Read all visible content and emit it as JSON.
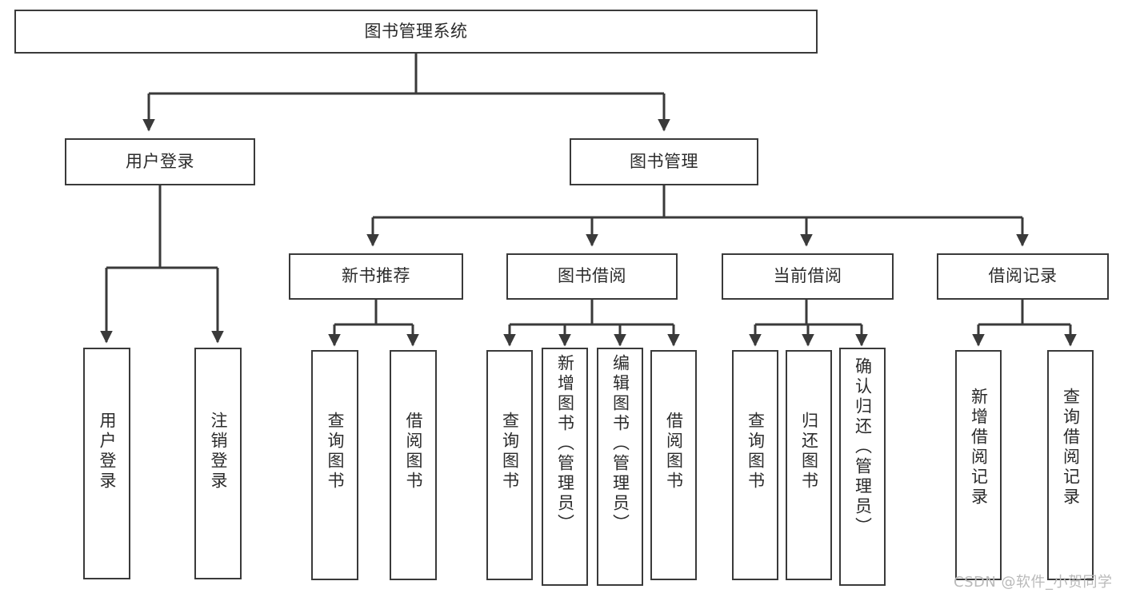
{
  "diagram": {
    "type": "tree-hierarchy",
    "title": "图书管理系统",
    "root": {
      "label": "图书管理系统"
    },
    "level2": [
      {
        "label": "用户登录"
      },
      {
        "label": "图书管理"
      }
    ],
    "level3": [
      {
        "label": "新书推荐"
      },
      {
        "label": "图书借阅"
      },
      {
        "label": "当前借阅"
      },
      {
        "label": "借阅记录"
      }
    ],
    "leaves": {
      "user_login": [
        {
          "label": "用户登录"
        },
        {
          "label": "注销登录"
        }
      ],
      "new_book": [
        {
          "label": "查询图书"
        },
        {
          "label": "借阅图书"
        }
      ],
      "borrow_book": [
        {
          "label": "查询图书"
        },
        {
          "label": "新增图书（管理员）"
        },
        {
          "label": "编辑图书（管理员）"
        },
        {
          "label": "借阅图书"
        }
      ],
      "current_borrow": [
        {
          "label": "查询图书"
        },
        {
          "label": "归还图书"
        },
        {
          "label": "确认归还（管理员）"
        }
      ],
      "borrow_record": [
        {
          "label": "新增借阅记录"
        },
        {
          "label": "查询借阅记录"
        }
      ]
    }
  },
  "watermark": {
    "text": "CSDN @软件_小贺同学"
  },
  "colors": {
    "stroke": "#3a3a3a",
    "text": "#2b2b2b",
    "background": "#ffffff",
    "watermark": "#b9b9b9"
  }
}
